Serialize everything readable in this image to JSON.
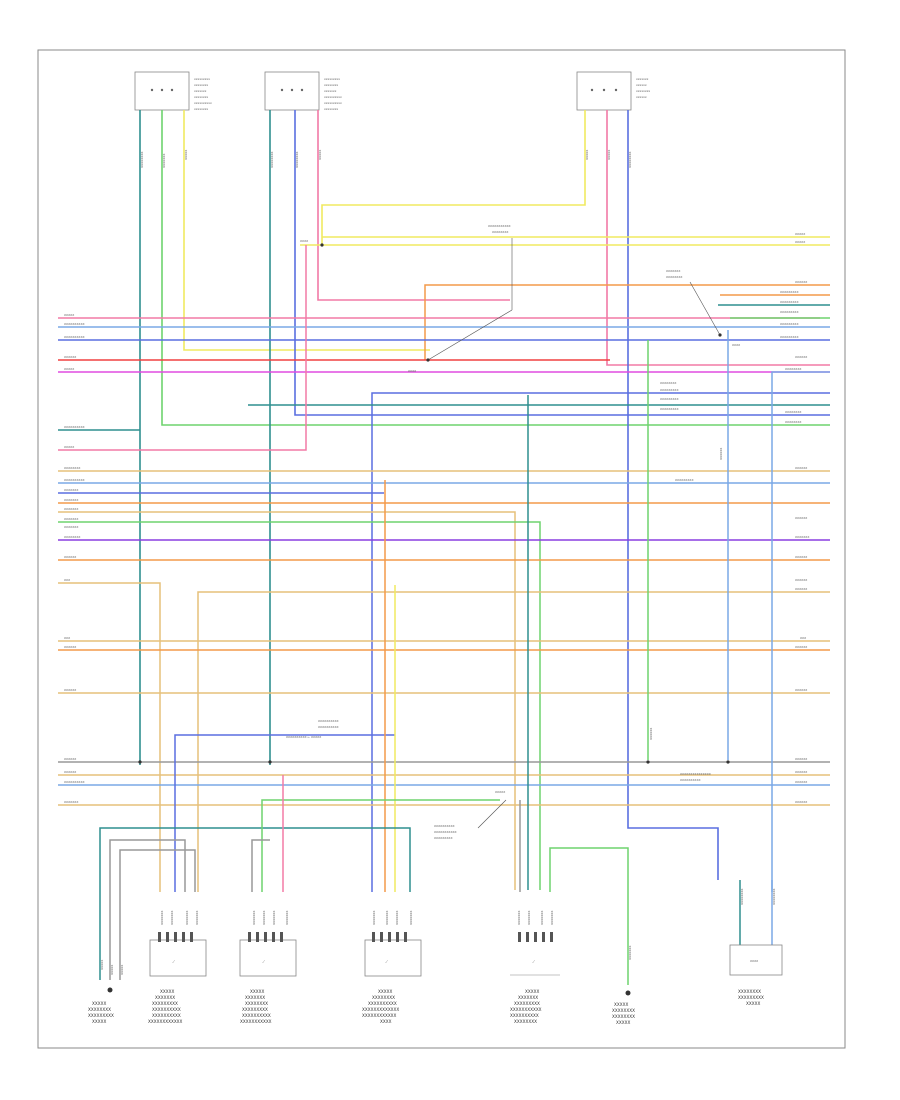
{
  "diagram": {
    "footer_code": "",
    "top_components": [
      {
        "id": "comp-a"
      },
      {
        "id": "comp-b"
      },
      {
        "id": "comp-c"
      }
    ],
    "bottom_components": [
      {
        "id": "b1"
      },
      {
        "id": "b2"
      },
      {
        "id": "b3"
      },
      {
        "id": "b4"
      },
      {
        "id": "b5"
      },
      {
        "id": "b6"
      },
      {
        "id": "b7"
      }
    ],
    "wire_colors": {
      "orange": "#f39a4a",
      "pink": "#f27aa6",
      "magenta": "#e04ce0",
      "light_blue": "#7aa8e6",
      "blue": "#5a6fe0",
      "dark_teal": "#2f8f8f",
      "green": "#6ed36e",
      "yellow": "#f0ea60",
      "tan": "#e6c07a",
      "purple": "#8a3fe0",
      "gray": "#999999",
      "red": "#f04040"
    }
  }
}
